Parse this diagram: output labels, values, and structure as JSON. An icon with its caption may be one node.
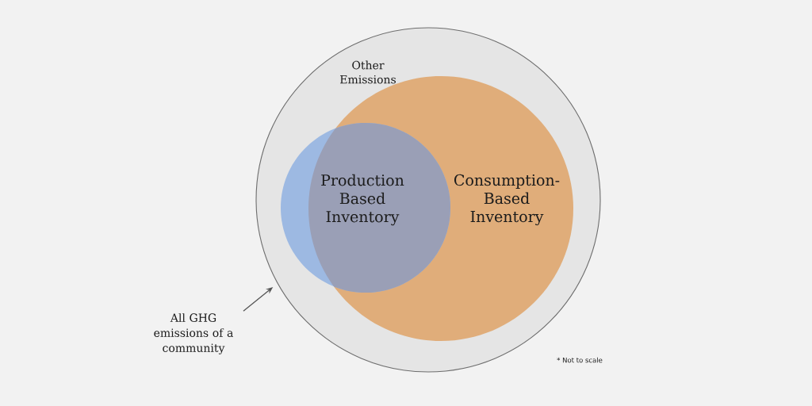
{
  "diagram": {
    "nodes": [
      {
        "text": [
          "Other Emissions"
        ]
      },
      {
        "text": [
          "Production Based Inventory"
        ],
        "in": 0
      },
      {
        "text": [
          "Consumption-Based Inventory"
        ],
        "in": 0
      },
      {
        "text": [
          "All GHG emissions of a community"
        ]
      }
    ],
    "edges": [
      {
        "from": 3,
        "to": 0,
        "arrow": "to"
      }
    ],
    "labels": [
      "* Not to scale"
    ]
  }
}
